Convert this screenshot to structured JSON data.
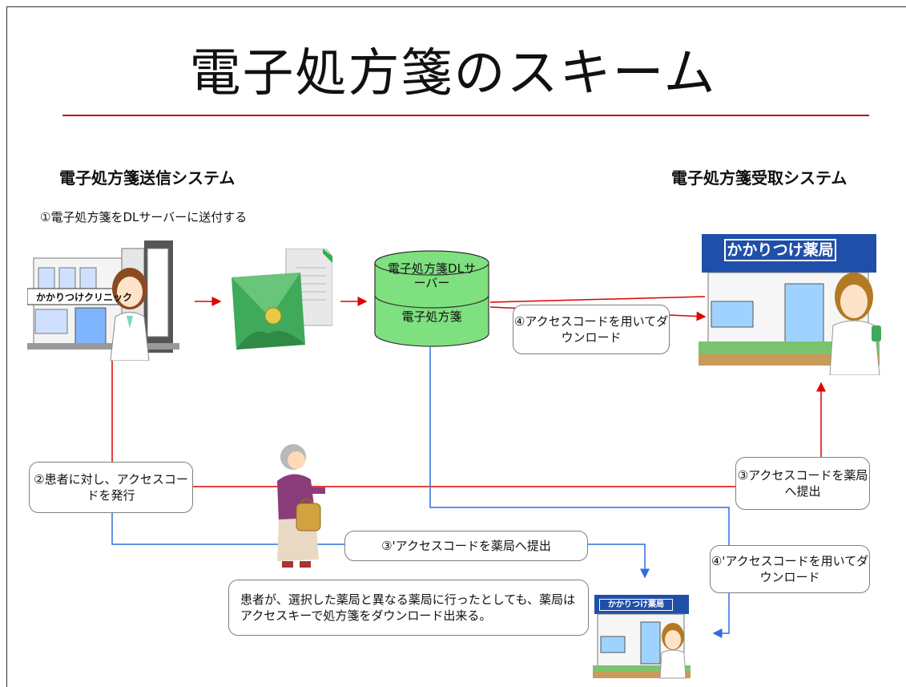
{
  "title": "電子処方箋のスキーム",
  "left_system": "電子処方箋送信システム",
  "right_system": "電子処方箋受取システム",
  "step1_note": "①電子処方箋をDLサーバーに送付する",
  "clinic_sign": "かかりつけクリニック",
  "db_label_top": "電子処方箋DLサーバー",
  "db_label_bottom": "電子処方箋",
  "pharmacy_sign": "かかりつけ薬局",
  "boxes": {
    "step4": "④アクセスコードを用いてダウンロード",
    "step2": "②患者に対し、アクセスコードを発行",
    "step3": "③アクセスコードを薬局へ提出",
    "step3b": "③'アクセスコードを薬局へ提出",
    "step4b": "④'アクセスコードを用いてダウンロード",
    "patient_note": "患者が、選択した薬局と異なる薬局に行ったとしても、薬局はアクセスキーで処方箋をダウンロード出来る。"
  },
  "colors": {
    "red": "#e00000",
    "blue": "#2e6fe0",
    "db_fill": "#7ee07e",
    "pharmacy_blue": "#1f4fa8"
  }
}
